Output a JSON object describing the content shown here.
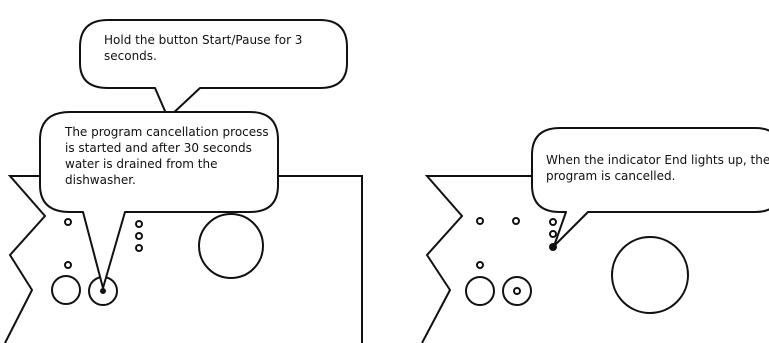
{
  "callouts": {
    "hold_button": "Hold the button Start/Pause for 3 seconds.",
    "cancellation_started": "The program cancellation process is started and after 30 seconds water is drained from the dishwasher.",
    "end_indicator": "When the indicator End lights up, the program is cancelled."
  },
  "colors": {
    "line": "#111111",
    "background": "#ffffff"
  }
}
